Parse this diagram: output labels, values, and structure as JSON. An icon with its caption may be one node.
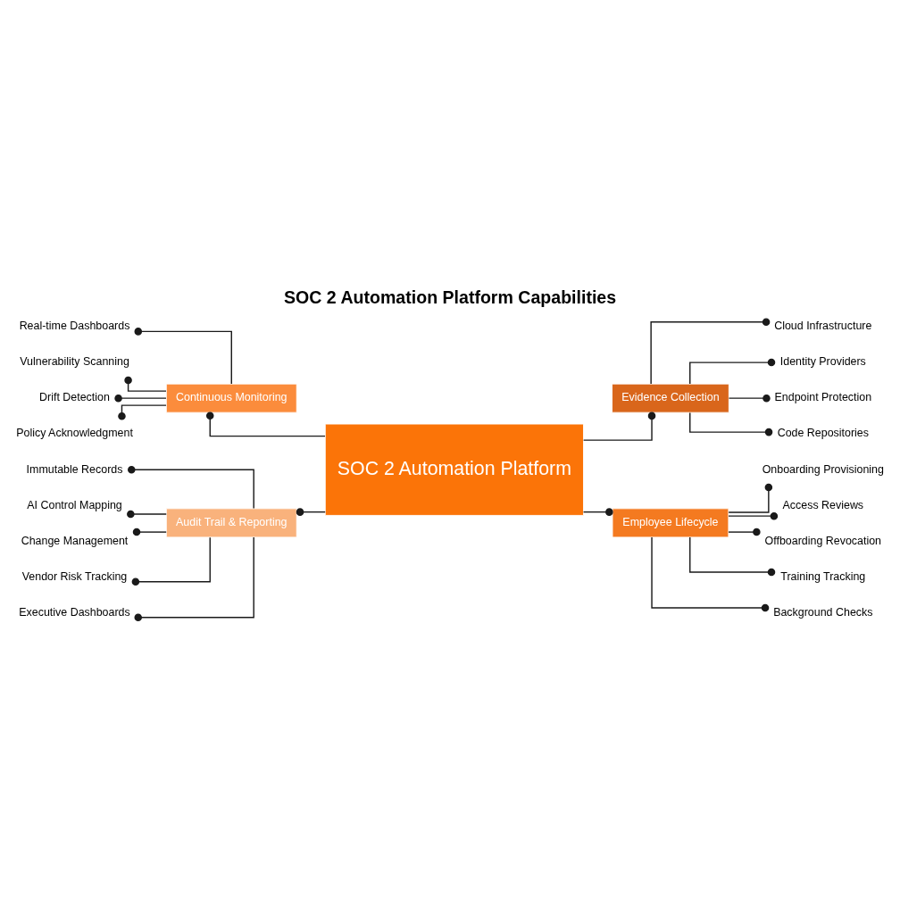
{
  "diagram": {
    "title": "SOC 2 Automation Platform Capabilities",
    "nodes": [
      {
        "text": [
          "Audit Trail & Reporting"
        ]
      },
      {
        "text": [
          "Immutable Records"
        ]
      },
      {
        "text": [
          "AI Control Mapping"
        ]
      },
      {
        "text": [
          "Change Management"
        ]
      },
      {
        "text": [
          "Vendor Risk Tracking"
        ]
      },
      {
        "text": [
          "Executive Dashboards"
        ]
      },
      {
        "text": [
          "Evidence Collection"
        ]
      },
      {
        "text": [
          "Cloud Infrastructure"
        ]
      },
      {
        "text": [
          "Identity Providers"
        ]
      },
      {
        "text": [
          "Endpoint Protection"
        ]
      },
      {
        "text": [
          "Code Repositories"
        ]
      },
      {
        "text": [
          "SOC 2 Automation Platform"
        ]
      },
      {
        "text": [
          "Continuous Monitoring"
        ]
      },
      {
        "text": [
          "Real-time Dashboards"
        ]
      },
      {
        "text": [
          "Vulnerability Scanning"
        ]
      },
      {
        "text": [
          "Drift Detection"
        ]
      },
      {
        "text": [
          "Policy Acknowledgment"
        ]
      },
      {
        "text": [
          "Employee Lifecycle"
        ]
      },
      {
        "text": [
          "Onboarding Provisioning"
        ]
      },
      {
        "text": [
          "Access Reviews"
        ]
      },
      {
        "text": [
          "Offboarding Revocation"
        ]
      },
      {
        "text": [
          "Training Tracking"
        ]
      },
      {
        "text": [
          "Background Checks"
        ]
      }
    ],
    "edges": [
      {
        "from": 11,
        "to": 0,
        "arrow": "other"
      },
      {
        "from": 11,
        "to": 6,
        "arrow": "other"
      },
      {
        "from": 11,
        "to": 12,
        "arrow": "other"
      },
      {
        "from": 11,
        "to": 17,
        "arrow": "other"
      },
      {
        "from": 0,
        "to": 1,
        "arrow": "other"
      },
      {
        "from": 0,
        "to": 2,
        "arrow": "other"
      },
      {
        "from": 0,
        "to": 3,
        "arrow": "other"
      },
      {
        "from": 0,
        "to": 4,
        "arrow": "other"
      },
      {
        "from": 0,
        "to": 5,
        "arrow": "other"
      },
      {
        "from": 6,
        "to": 7,
        "arrow": "other"
      },
      {
        "from": 6,
        "to": 8,
        "arrow": "other"
      },
      {
        "from": 6,
        "to": 9,
        "arrow": "other"
      },
      {
        "from": 6,
        "to": 10,
        "arrow": "other"
      },
      {
        "from": 12,
        "to": 13,
        "arrow": "other"
      },
      {
        "from": 12,
        "to": 14,
        "arrow": "other"
      },
      {
        "from": 12,
        "to": 15,
        "arrow": "other"
      },
      {
        "from": 12,
        "to": 16,
        "arrow": "other"
      },
      {
        "from": 17,
        "to": 18,
        "arrow": "other"
      },
      {
        "from": 17,
        "to": 19,
        "arrow": "other"
      },
      {
        "from": 17,
        "to": 20,
        "arrow": "other"
      },
      {
        "from": 17,
        "to": 21,
        "arrow": "other"
      },
      {
        "from": 17,
        "to": 22,
        "arrow": "other"
      }
    ]
  }
}
